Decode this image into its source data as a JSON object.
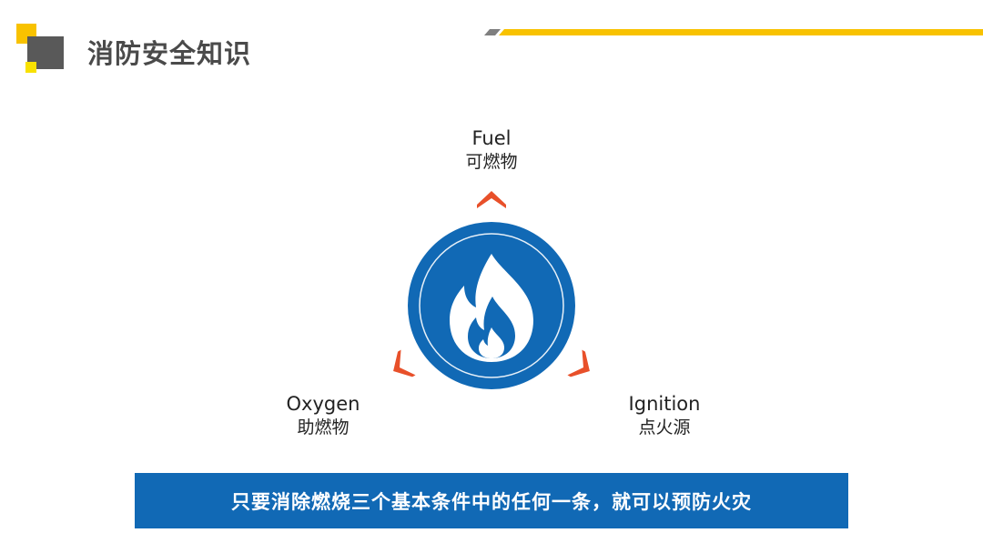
{
  "header": {
    "title": "消防安全知识"
  },
  "fire_triangle": {
    "fuel": {
      "en": "Fuel",
      "zh": "可燃物"
    },
    "oxygen": {
      "en": "Oxygen",
      "zh": "助燃物"
    },
    "ignition": {
      "en": "Ignition",
      "zh": "点火源"
    },
    "center_icon": "flame-icon"
  },
  "banner": {
    "text": "只要消除燃烧三个基本条件中的任何一条，就可以预防火灾"
  },
  "colors": {
    "accent_blue": "#1169b5",
    "arrow_orange": "#e8502a",
    "brand_yellow": "#f8c200",
    "brand_gray": "#595959"
  }
}
